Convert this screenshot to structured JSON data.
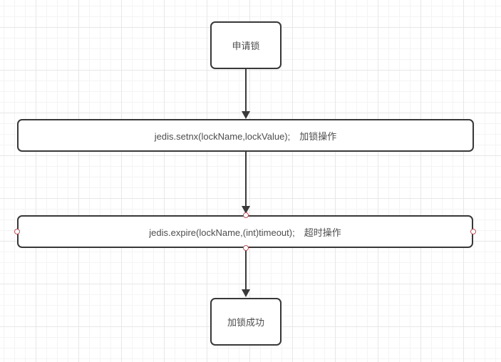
{
  "diagram": {
    "tool": "flowchart-canvas",
    "nodes": [
      {
        "id": "start",
        "shape": "rounded-rect",
        "label": "申请锁"
      },
      {
        "id": "setnx",
        "shape": "rounded-rect",
        "label": "jedis.setnx(lockName,lockValue);　加锁操作"
      },
      {
        "id": "expire",
        "shape": "rounded-rect",
        "label": "jedis.expire(lockName,(int)timeout);　超时操作"
      },
      {
        "id": "success",
        "shape": "rounded-rect",
        "label": "加锁成功"
      }
    ],
    "edges": [
      {
        "from": "start",
        "to": "setnx",
        "arrow": "down"
      },
      {
        "from": "setnx",
        "to": "expire",
        "arrow": "down"
      },
      {
        "from": "expire",
        "to": "success",
        "arrow": "down"
      }
    ],
    "selected_node": "expire",
    "connection_points": [
      "top",
      "bottom",
      "left",
      "right"
    ],
    "colors": {
      "canvas_bg": "#ffffff",
      "grid_minor": "#f4f4f4",
      "grid_major": "#e7e7e7",
      "node_border": "#383838",
      "node_fill": "#ffffff",
      "node_text": "#4d4d4d",
      "connector": "#3a3a3a",
      "connection_point_border": "#c0505a",
      "connection_point_fill": "#ffffff"
    }
  }
}
